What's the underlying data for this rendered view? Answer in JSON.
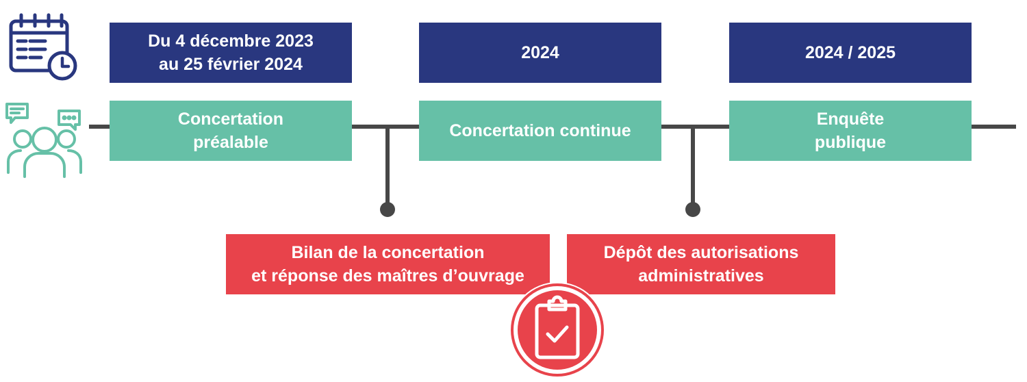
{
  "dates": [
    {
      "lines": [
        "Du 4 décembre 2023",
        "au 25 février 2024"
      ]
    },
    {
      "lines": [
        "2024"
      ]
    },
    {
      "lines": [
        "2024 / 2025"
      ]
    }
  ],
  "phases": [
    {
      "lines": [
        "Concertation",
        "préalable"
      ]
    },
    {
      "lines": [
        "Concertation continue"
      ]
    },
    {
      "lines": [
        "Enquête",
        "publique"
      ]
    }
  ],
  "milestones": [
    {
      "lines": [
        "Bilan de la concertation",
        "et réponse des maîtres d’ouvrage"
      ]
    },
    {
      "lines": [
        "Dépôt des autorisations",
        "administratives"
      ]
    }
  ],
  "icons": {
    "calendar": "calendar-clock-icon",
    "people": "people-chat-icon",
    "clipboard": "clipboard-check-icon"
  },
  "colors": {
    "navy": "#29377f",
    "green": "#66c0a7",
    "red": "#e8434b",
    "line": "#474747"
  }
}
